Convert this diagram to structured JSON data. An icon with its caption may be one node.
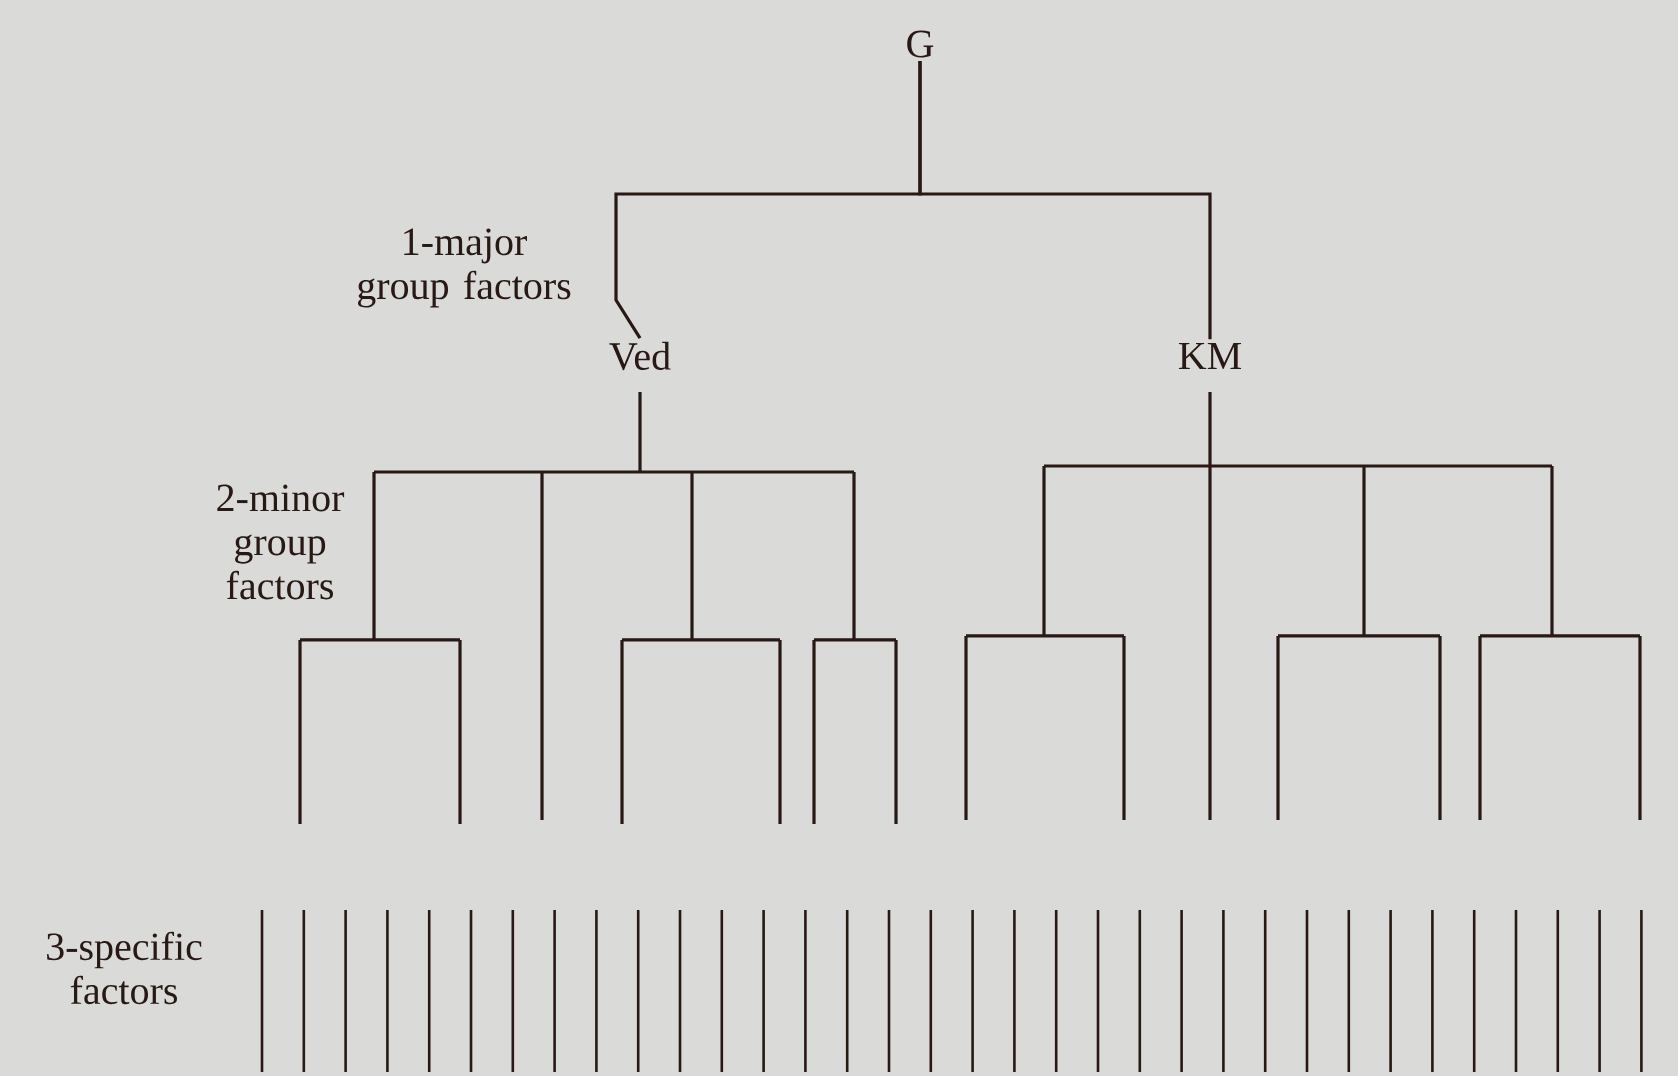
{
  "diagram": {
    "nodes": [
      {
        "text": [
          "G"
        ]
      },
      {
        "text": [
          "Ved"
        ]
      },
      {
        "text": [
          "KM"
        ]
      }
    ],
    "edges": [
      {
        "from": 0,
        "to": 1,
        "arrow": "none"
      },
      {
        "from": 0,
        "to": 2,
        "arrow": "none"
      }
    ],
    "labels": [
      "1-major group factors",
      "2-minor group factors",
      "3-specific factors"
    ]
  }
}
